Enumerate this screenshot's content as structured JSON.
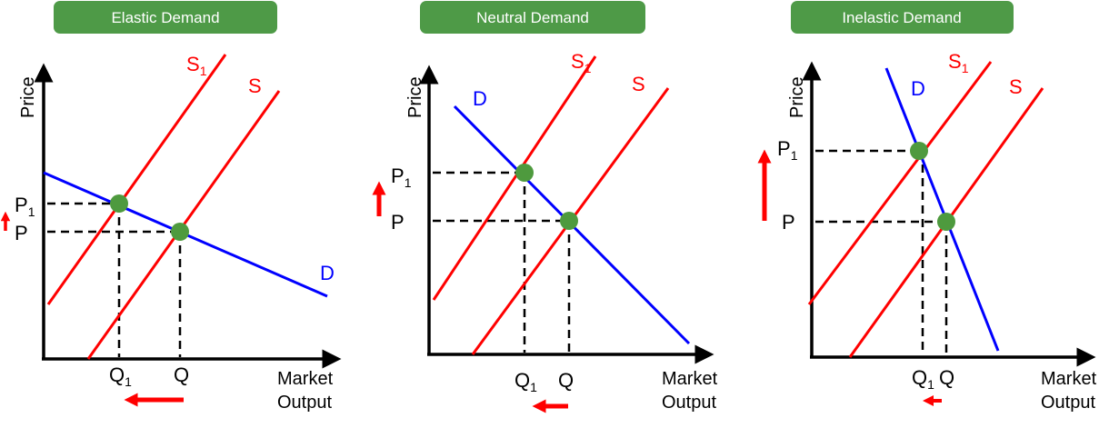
{
  "panels": [
    {
      "title": "Elastic Demand",
      "y_label": "Price",
      "x_label_1": "Market",
      "x_label_2": "Output",
      "supply_shifted": "S",
      "supply_shifted_sub": "1",
      "supply": "S",
      "demand": "D",
      "price_1": "P",
      "price_1_sub": "1",
      "price": "P",
      "qty_1": "Q",
      "qty_1_sub": "1",
      "qty": "Q"
    },
    {
      "title": "Neutral Demand",
      "y_label": "Price",
      "x_label_1": "Market",
      "x_label_2": "Output",
      "supply_shifted": "S",
      "supply_shifted_sub": "1",
      "supply": "S",
      "demand": "D",
      "price_1": "P",
      "price_1_sub": "1",
      "price": "P",
      "qty_1": "Q",
      "qty_1_sub": "1",
      "qty": "Q"
    },
    {
      "title": "Inelastic Demand",
      "y_label": "Price",
      "x_label_1": "Market",
      "x_label_2": "Output",
      "supply_shifted": "S",
      "supply_shifted_sub": "1",
      "supply": "S",
      "demand": "D",
      "price_1": "P",
      "price_1_sub": "1",
      "price": "P",
      "qty_1": "Q",
      "qty_1_sub": "1",
      "qty": "Q"
    }
  ],
  "colors": {
    "supply": "#ff0000",
    "demand": "#0000ff",
    "equilibrium": "#4e9a3e",
    "title_bg": "#4e9a47"
  }
}
